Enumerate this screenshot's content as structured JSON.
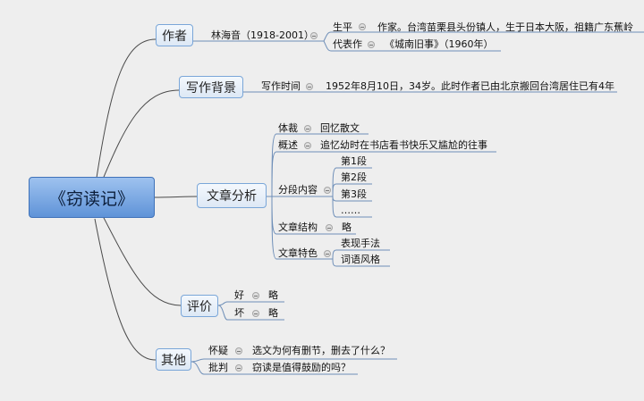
{
  "root": "《窃读记》",
  "branches": {
    "author": {
      "label": "作者",
      "name": "林海音（1918-2001）",
      "life_key": "生平",
      "life_val": "作家。台湾苗栗县头份镇人，生于日本大阪，祖籍广东蕉岭",
      "works_key": "代表作",
      "works_val": "《城南旧事》（1960年）"
    },
    "background": {
      "label": "写作背景",
      "key": "写作时间",
      "val": "1952年8月10日，34岁。此时作者已由北京搬回台湾居住已有4年"
    },
    "analysis": {
      "label": "文章分析",
      "genre_key": "体裁",
      "genre_val": "回忆散文",
      "summary_key": "概述",
      "summary_val": "追忆幼时在书店看书快乐又尴尬的往事",
      "content_key": "分段内容",
      "paragraphs": [
        "第1段",
        "第2段",
        "第3段",
        "……"
      ],
      "structure_key": "文章结构",
      "structure_val": "略",
      "features_key": "文章特色",
      "features": [
        "表现手法",
        "词语风格"
      ]
    },
    "evaluation": {
      "label": "评价",
      "good_key": "好",
      "good_val": "略",
      "bad_key": "坏",
      "bad_val": "略"
    },
    "other": {
      "label": "其他",
      "doubt_key": "怀疑",
      "doubt_val": "选文为何有删节，删去了什么？",
      "critique_key": "批判",
      "critique_val": "窃读是值得鼓励的吗？"
    }
  }
}
